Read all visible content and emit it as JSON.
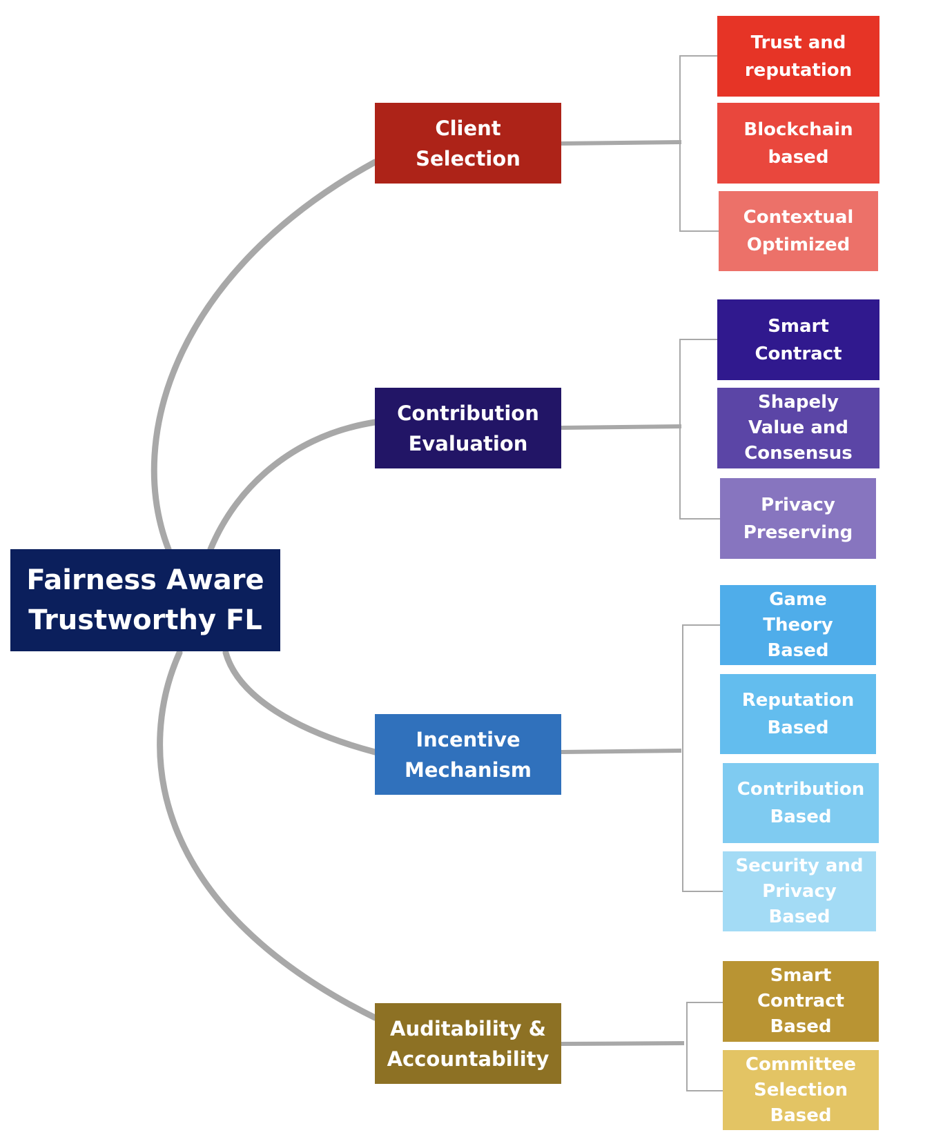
{
  "root": {
    "label": "Fairness Aware\nTrustworthy FL",
    "color": "#0b1f5c"
  },
  "categories": [
    {
      "label": "Client\nSelection",
      "color": "#ad2318",
      "leaves": [
        {
          "label": "Trust and\nreputation",
          "color": "#e63426"
        },
        {
          "label": "Blockchain\nbased",
          "color": "#e9473d"
        },
        {
          "label": "Contextual\nOptimized",
          "color": "#ec7169"
        }
      ]
    },
    {
      "label": "Contribution\nEvaluation",
      "color": "#221566",
      "leaves": [
        {
          "label": "Smart\nContract",
          "color": "#30198e"
        },
        {
          "label": "Shapely\nValue and\nConsensus",
          "color": "#5b45a6"
        },
        {
          "label": "Privacy\nPreserving",
          "color": "#8775bf"
        }
      ]
    },
    {
      "label": "Incentive\nMechanism",
      "color": "#3071bc",
      "leaves": [
        {
          "label": "Game\nTheory\nBased",
          "color": "#4fadea"
        },
        {
          "label": "Reputation\nBased",
          "color": "#63bdee"
        },
        {
          "label": "Contribution\nBased",
          "color": "#7fcbf1"
        },
        {
          "label": "Security and\nPrivacy\nBased",
          "color": "#a3dbf5"
        }
      ]
    },
    {
      "label": "Auditability &\nAccountability",
      "color": "#8d7124",
      "leaves": [
        {
          "label": "Smart\nContract\nBased",
          "color": "#b99433"
        },
        {
          "label": "Committee\nSelection\nBased",
          "color": "#e3c464"
        }
      ]
    }
  ],
  "connector_color": "#a8a8a8"
}
